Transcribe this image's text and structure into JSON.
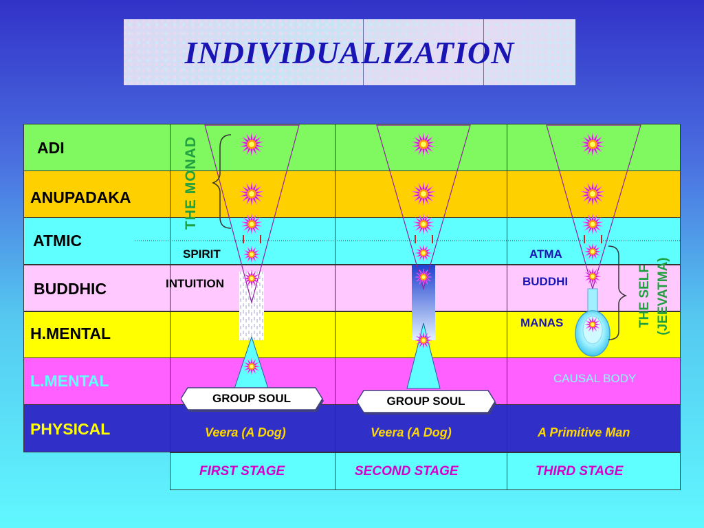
{
  "title": "INDIVIDUALIZATION",
  "planes": [
    {
      "name": "ADI",
      "color": "#80f860"
    },
    {
      "name": "ANUPADAKA",
      "color": "#ffd000"
    },
    {
      "name": "ATMIC",
      "color": "#60ffff"
    },
    {
      "name": "BUDDHIC",
      "color": "#ffc8ff"
    },
    {
      "name": "H.MENTAL",
      "color": "#ffff00"
    },
    {
      "name": "L.MENTAL",
      "color": "#ff60ff"
    },
    {
      "name": "PHYSICAL",
      "color": "#3030c8"
    }
  ],
  "labels": {
    "monad": "THE MONAD",
    "spirit": "SPIRIT",
    "intuition": "INTUITION",
    "atma": "ATMA",
    "buddhi": "BUDDHI",
    "manas": "MANAS",
    "the_self": "THE SELF",
    "jeevatma": "(JEEVATMA)",
    "causal_body": "CAUSAL BODY",
    "group_soul_1": "GROUP SOUL",
    "group_soul_2": "GROUP SOUL"
  },
  "beings": [
    "Veera (A Dog)",
    "Veera (A Dog)",
    "A Primitive Man"
  ],
  "stages": [
    "FIRST STAGE",
    "SECOND STAGE",
    "THIRD STAGE"
  ],
  "colors": {
    "title_text": "#1a14b4",
    "monad_text": "#20a040",
    "self_text": "#20a040",
    "atma_text": "#1a14b4",
    "causal_text": "#80ffff",
    "lmental_text": "#60ffff",
    "physical_text": "#ffff00",
    "stage_text": "#d200c8",
    "cone_fill": "#60ffff",
    "triangle_stroke": "#9020a0"
  }
}
